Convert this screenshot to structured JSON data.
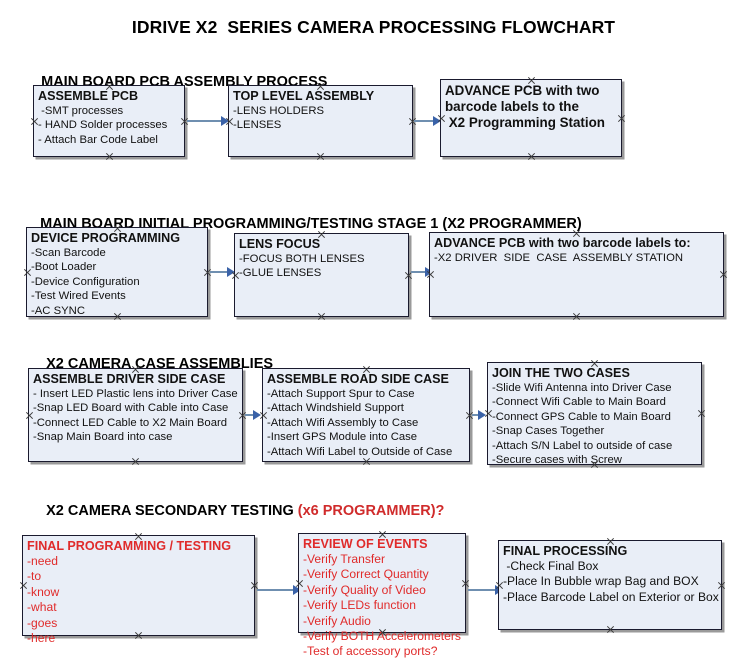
{
  "document": {
    "title": "IDRIVE X2  SERIES CAMERA PROCESSING FLOWCHART"
  },
  "sections": [
    {
      "id": "main-board-pcb-assembly",
      "header": "MAIN BOARD PCB ASSEMBLY PROCESS",
      "header_accent": "",
      "boxes": [
        {
          "title": "ASSEMBLE PCB",
          "lines": [
            " -SMT processes",
            "- HAND Solder processes",
            "- Attach Bar Code Label"
          ]
        },
        {
          "title": "TOP LEVEL ASSEMBLY",
          "lines": [
            "-LENS HOLDERS",
            "-LENSES"
          ]
        },
        {
          "title": "ADVANCE PCB with two",
          "lines": [
            "barcode labels to the",
            " X2 Programming Station"
          ]
        }
      ]
    },
    {
      "id": "main-board-initial-programming",
      "header": "MAIN BOARD INITIAL PROGRAMMING/TESTING STAGE 1 (X2 PROGRAMMER)",
      "header_accent": "",
      "boxes": [
        {
          "title": "DEVICE PROGRAMMING",
          "lines": [
            "-Scan Barcode",
            "-Boot Loader",
            "-Device Configuration",
            "-Test Wired Events",
            "-AC SYNC"
          ]
        },
        {
          "title": "LENS FOCUS",
          "lines": [
            "-FOCUS BOTH LENSES",
            "-GLUE LENSES"
          ]
        },
        {
          "title": "ADVANCE PCB with two barcode labels to:",
          "lines": [
            "-X2 DRIVER  SIDE  CASE  ASSEMBLY STATION"
          ]
        }
      ]
    },
    {
      "id": "x2-camera-case-assemblies",
      "header": "X2 CAMERA CASE ASSEMBLIES",
      "header_accent": "",
      "boxes": [
        {
          "title": "ASSEMBLE DRIVER SIDE CASE",
          "lines": [
            "- Insert LED Plastic lens into Driver Case",
            "-Snap LED Board with Cable into Case",
            "-Connect LED Cable to X2 Main Board",
            "-Snap Main Board into case"
          ]
        },
        {
          "title": "ASSEMBLE ROAD SIDE CASE",
          "lines": [
            "-Attach Support Spur to Case",
            "-Attach Windshield Support",
            "-Attach Wifi Assembly to Case",
            "-Insert GPS Module into Case",
            "-Attach Wifi Label to Outside of Case"
          ]
        },
        {
          "title": "JOIN THE TWO CASES",
          "lines": [
            "-Slide Wifi Antenna into Driver Case",
            "-Connect Wifi Cable to Main Board",
            "-Connect GPS Cable to Main Board",
            "-Snap Cases Together",
            "-Attach S/N Label to outside of case",
            "-Secure cases with Screw"
          ]
        }
      ]
    },
    {
      "id": "x2-camera-secondary-testing",
      "header": "X2 CAMERA SECONDARY TESTING ",
      "header_accent": "(x6 PROGRAMMER)?",
      "boxes": [
        {
          "title": "FINAL PROGRAMMING / TESTING",
          "lines": [
            "-need",
            "-to",
            "-know",
            "-what",
            "-goes",
            "-here"
          ]
        },
        {
          "title": "REVIEW OF EVENTS",
          "lines": [
            "-Verify Transfer",
            "-Verify Correct Quantity",
            "-Verify Quality of Video",
            "-Verify LEDs function",
            "-Verify Audio",
            "-Verify BOTH Accelerometers",
            "-Test of accessory ports?"
          ]
        },
        {
          "title": "FINAL PROCESSING",
          "lines": [
            " -Check Final Box",
            "-Place In Bubble wrap Bag and BOX",
            "-Place Barcode Label on Exterior or Box"
          ]
        }
      ]
    }
  ],
  "colors": {
    "box_fill": "#e9eef7",
    "box_border": "#1a1a2e",
    "box_shadow": "#9a9a9a",
    "arrow": "#3a62a8",
    "accent_red": "#e02b2b",
    "text": "#111111"
  }
}
